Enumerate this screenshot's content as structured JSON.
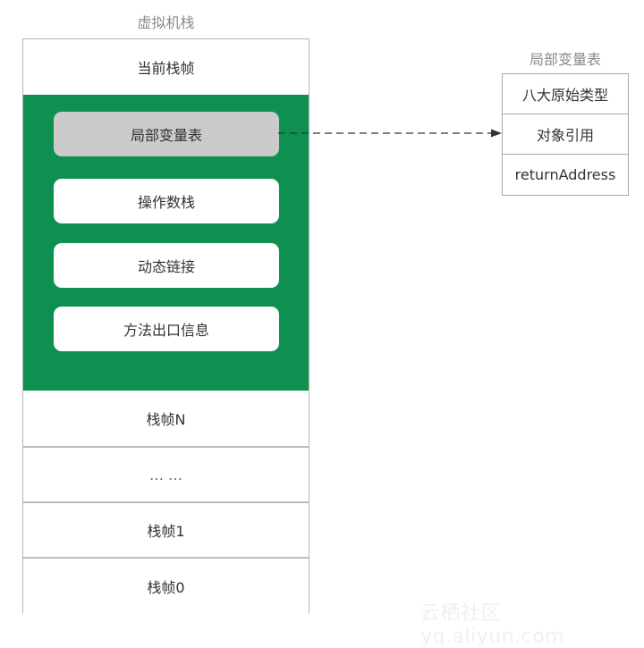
{
  "vm_stack": {
    "title": "虚拟机栈",
    "current_frame_label": "当前栈帧",
    "current_frame_parts": [
      {
        "label": "局部变量表",
        "highlighted": true
      },
      {
        "label": "操作数栈",
        "highlighted": false
      },
      {
        "label": "动态链接",
        "highlighted": false
      },
      {
        "label": "方法出口信息",
        "highlighted": false
      }
    ],
    "frames": [
      {
        "label": "栈帧N"
      },
      {
        "label": "… …"
      },
      {
        "label": "栈帧1"
      },
      {
        "label": "栈帧0"
      }
    ]
  },
  "local_variable_table": {
    "title": "局部变量表",
    "rows": [
      {
        "label": "八大原始类型"
      },
      {
        "label": "对象引用"
      },
      {
        "label": "returnAddress"
      }
    ]
  },
  "connector": {
    "style": "dashed-arrow",
    "from": "局部变量表",
    "to": "局部变量表 table"
  },
  "watermark": "云栖社区 yq.aliyun.com",
  "colors": {
    "frame_green": "#0e9150",
    "highlight_gray": "#cbcbcb",
    "border_gray": "#b5b5b5",
    "title_gray": "#8a8a8a",
    "text": "#333333"
  }
}
